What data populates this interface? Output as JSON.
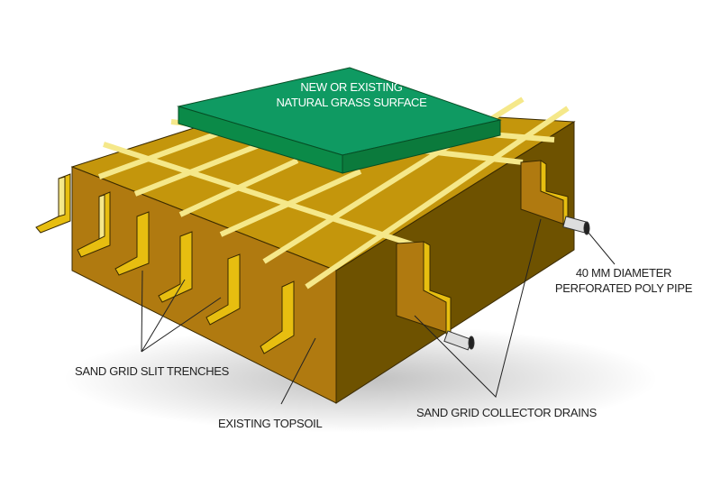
{
  "labels": {
    "grass_line1": "NEW OR EXISTING",
    "grass_line2": "NATURAL GRASS SURFACE",
    "pipe_line1": "40 MM DIAMETER",
    "pipe_line2": "PERFORATED POLY PIPE",
    "slit_trenches": "SAND GRID SLIT TRENCHES",
    "topsoil": "EXISTING TOPSOIL",
    "collector_drains": "SAND GRID COLLECTOR DRAINS"
  },
  "colors": {
    "soil_top": "#c4960c",
    "soil_left": "#b07a10",
    "soil_right": "#6e5200",
    "sand": "#f5e88a",
    "sand_side": "#e7be10",
    "grass_top": "#0f9a62",
    "grass_side": "#0b7a3c"
  }
}
